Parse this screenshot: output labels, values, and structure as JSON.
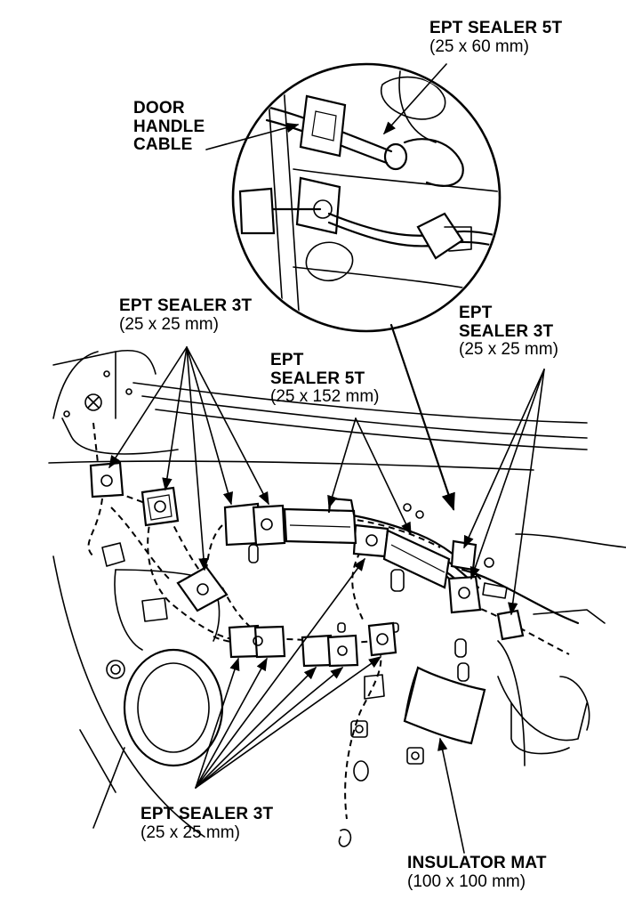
{
  "labels": {
    "sealer_5t_top": {
      "title": "EPT SEALER 5T",
      "size": "(25 x 60 mm)"
    },
    "door_handle_cable": {
      "line1": "DOOR",
      "line2": "HANDLE",
      "line3": "CABLE"
    },
    "sealer_3t_upper_left": {
      "title": "EPT SEALER 3T",
      "size": "(25 x 25 mm)"
    },
    "sealer_5t_middle": {
      "line1": "EPT",
      "line2": "SEALER 5T",
      "size": "(25 x 152 mm)"
    },
    "sealer_3t_right": {
      "line1": "EPT",
      "line2": "SEALER 3T",
      "size": "(25 x 25 mm)"
    },
    "sealer_3t_bottom": {
      "title": "EPT SEALER 3T",
      "size": "(25 x 25 mm)"
    },
    "insulator_mat": {
      "title": "INSULATOR MAT",
      "size": "(100 x 100 mm)"
    }
  }
}
